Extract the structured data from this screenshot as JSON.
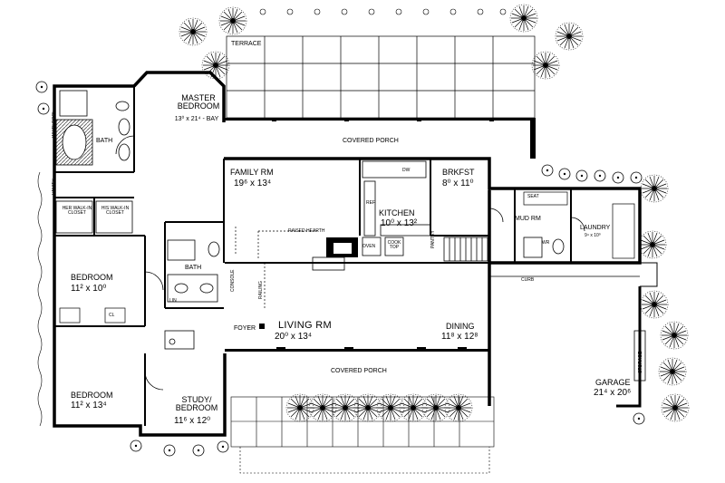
{
  "rooms": {
    "terrace": "TERRACE",
    "master_bedroom_name": "MASTER BEDROOM",
    "master_bedroom_dim": "13⁰ x 21⁴ - BAY",
    "bath_top": "BATH",
    "whirlpool": "WHIRLPOOL",
    "vanity": "VANITY",
    "her_closet": "HER WALK-IN CLOSET",
    "his_closet": "HIS WALK-IN CLOSET",
    "covered_porch_top": "COVERED PORCH",
    "family_rm_name": "FAMILY RM",
    "family_rm_dim": "19⁶ x 13⁴",
    "raised_hearth": "RAISED HEARTH",
    "kitchen_name": "KITCHEN",
    "kitchen_dim": "10⁰ x 13²",
    "oven": "OVEN",
    "cook_top": "COOK TOP",
    "ref": "REF",
    "dw": "DW",
    "pantry": "PANTRY",
    "brkfst_name": "BRKFST",
    "brkfst_dim": "8⁰ x 11⁰",
    "seat": "SEAT",
    "mud_rm": "MUD RM",
    "laundry_name": "LAUNDRY",
    "laundry_dim": "9⁴ x 10⁰",
    "wr": "WR",
    "curb": "CURB",
    "bath_mid": "BATH",
    "console": "CONSOLE",
    "railing": "RAILING",
    "linen": "LIN",
    "bedroom1_name": "BEDROOM",
    "bedroom1_dim": "11² x 10⁰",
    "foyer": "FOYER",
    "living_rm_name": "LIVING RM",
    "living_rm_dim": "20⁰ x 13⁴",
    "dining_name": "DINING",
    "dining_dim": "11⁸ x 12⁸",
    "covered_porch_bottom": "COVERED PORCH",
    "bedroom2_name": "BEDROOM",
    "bedroom2_dim": "11² x 13⁴",
    "study_name": "STUDY/ BEDROOM",
    "study_dim": "11⁶ x 12⁰",
    "storage": "STORAGE",
    "garage_name": "GARAGE",
    "garage_dim": "21⁴ x 20⁶",
    "closet": "CL"
  },
  "colors": {
    "ink": "#000000",
    "paper": "#ffffff",
    "hatch": "#555555"
  }
}
